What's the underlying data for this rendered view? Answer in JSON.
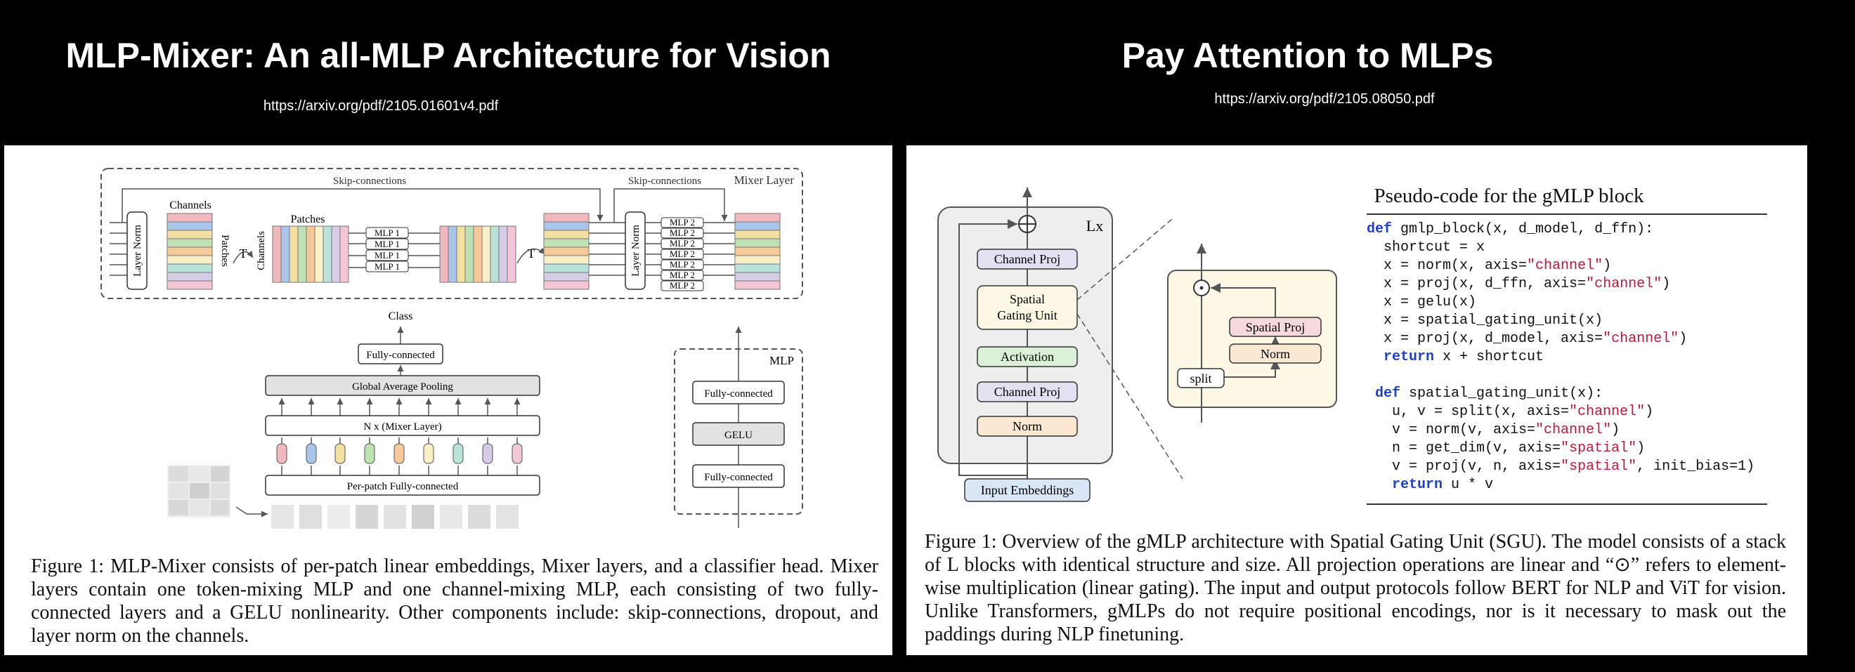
{
  "left": {
    "title": "MLP-Mixer: An all-MLP Architecture for Vision",
    "url": "https://arxiv.org/pdf/2105.01601v4.pdf",
    "diagram": {
      "skip_connections_1": "Skip-connections",
      "skip_connections_2": "Skip-connections",
      "mixer_layer": "Mixer Layer",
      "channels": "Channels",
      "patches_vertical": "Patches",
      "patches": "Patches",
      "channels_vertical": "Channels",
      "layer_norm": "Layer Norm",
      "transpose": "T",
      "mlp1": "MLP 1",
      "mlp2": "MLP 2",
      "class_label": "Class",
      "fully_connected": "Fully-connected",
      "global_avg_pooling": "Global Average Pooling",
      "mixer_stack": "N x (Mixer Layer)",
      "per_patch_fc": "Per-patch Fully-connected",
      "mlp_box_title": "MLP",
      "gelu": "GELU"
    },
    "caption": "Figure 1: MLP-Mixer consists of per-patch linear embeddings, Mixer layers, and a classifier head. Mixer layers contain one token-mixing MLP and one channel-mixing MLP, each consisting of two fully-connected layers and a GELU nonlinearity. Other components include: skip-connections, dropout, and layer norm on the channels."
  },
  "right": {
    "title": "Pay Attention to MLPs",
    "url": "https://arxiv.org/pdf/2105.08050.pdf",
    "diagram": {
      "lx": "Lx",
      "channel_proj_top": "Channel Proj",
      "sgu_line1": "Spatial",
      "sgu_line2": "Gating Unit",
      "activation": "Activation",
      "channel_proj_bottom": "Channel Proj",
      "norm": "Norm",
      "input_embeddings": "Input Embeddings",
      "spatial_proj": "Spatial Proj",
      "sgu_norm": "Norm",
      "split": "split"
    },
    "pseudo_code_title": "Pseudo-code for the gMLP block",
    "code_lines": [
      "def gmlp_block(x, d_model, d_ffn):",
      "  shortcut = x",
      "  x = norm(x, axis=\"channel\")",
      "  x = proj(x, d_ffn, axis=\"channel\")",
      "  x = gelu(x)",
      "  x = spatial_gating_unit(x)",
      "  x = proj(x, d_model, axis=\"channel\")",
      "  return x + shortcut",
      "",
      " def spatial_gating_unit(x):",
      "   u, v = split(x, axis=\"channel\")",
      "   v = norm(v, axis=\"channel\")",
      "   n = get_dim(v, axis=\"spatial\")",
      "   v = proj(v, n, axis=\"spatial\", init_bias=1)",
      "   return u * v"
    ],
    "caption": "Figure 1: Overview of the gMLP architecture with Spatial Gating Unit (SGU). The model consists of a stack of L blocks with identical structure and size. All projection operations are linear and “⊙” refers to element-wise multiplication (linear gating). The input and output protocols follow BERT for NLP and ViT for vision. Unlike Transformers, gMLPs do not require positional encodings, nor is it necessary to mask out the paddings during NLP finetuning."
  },
  "colors": {
    "background": "#000000",
    "panel": "#ffffff",
    "keyword": "#1f3fd0",
    "string": "#c0163a",
    "norm_fill": "#fbe8d2",
    "proj_fill": "#e4e0f1",
    "activation_fill": "#dcefd8",
    "sgu_fill": "#fdf8e6",
    "input_fill": "#d9e6f6",
    "spatial_proj_fill": "#f6d9dc"
  }
}
